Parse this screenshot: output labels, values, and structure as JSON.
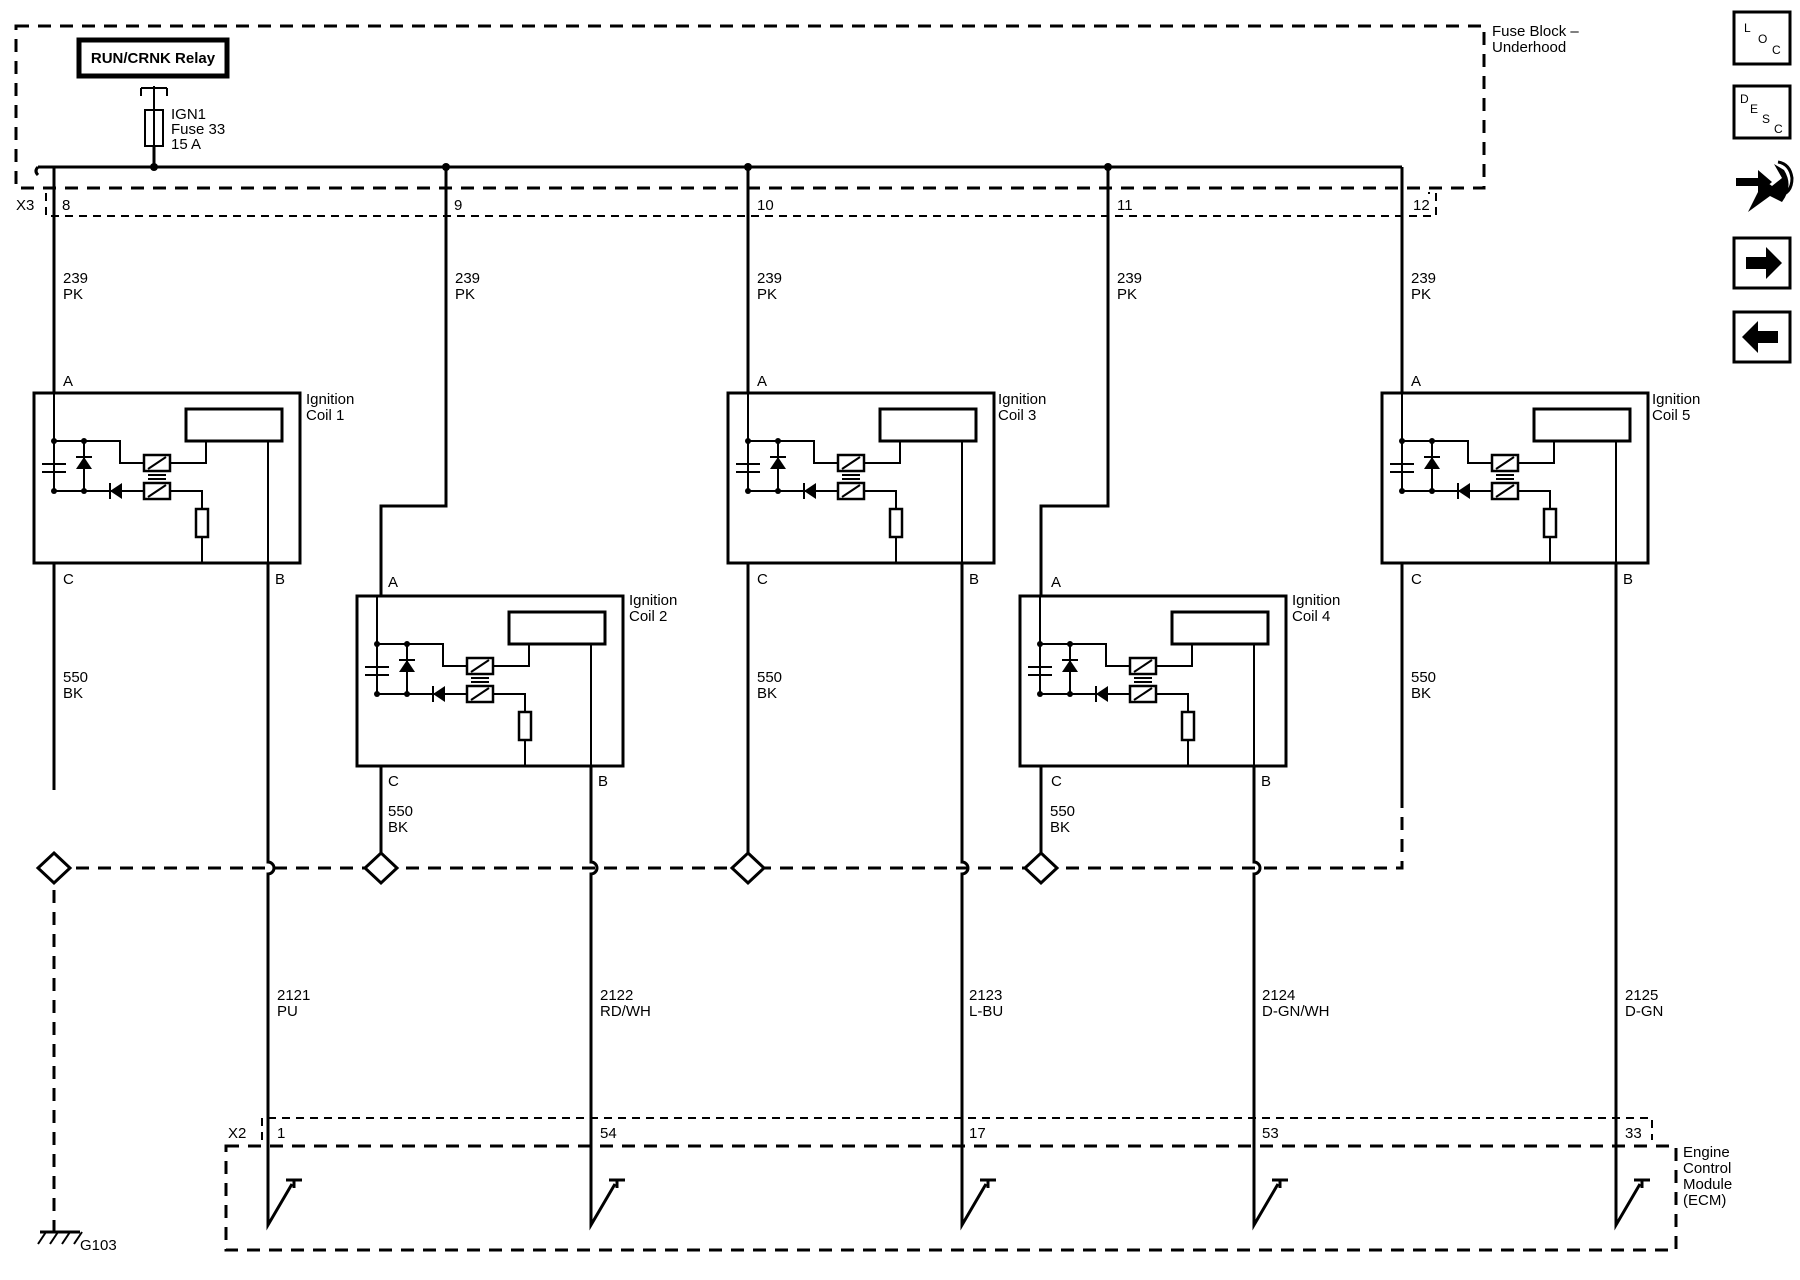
{
  "fuse_block": {
    "label_line1": "Fuse Block –",
    "label_line2": "Underhood",
    "relay_label": "RUN/CRNK Relay",
    "fuse_line1": "IGN1",
    "fuse_line2": "Fuse 33",
    "fuse_line3": "15 A",
    "connector": "X3"
  },
  "pins_x3": [
    "8",
    "9",
    "10",
    "11",
    "12"
  ],
  "feed_wires": [
    {
      "circuit": "239",
      "color": "PK"
    },
    {
      "circuit": "239",
      "color": "PK"
    },
    {
      "circuit": "239",
      "color": "PK"
    },
    {
      "circuit": "239",
      "color": "PK"
    },
    {
      "circuit": "239",
      "color": "PK"
    }
  ],
  "coils": [
    {
      "name_line1": "Ignition",
      "name_line2": "Coil 1",
      "pin_a": "A",
      "pin_b": "B",
      "pin_c": "C"
    },
    {
      "name_line1": "Ignition",
      "name_line2": "Coil 2",
      "pin_a": "A",
      "pin_b": "B",
      "pin_c": "C"
    },
    {
      "name_line1": "Ignition",
      "name_line2": "Coil 3",
      "pin_a": "A",
      "pin_b": "B",
      "pin_c": "C"
    },
    {
      "name_line1": "Ignition",
      "name_line2": "Coil 4",
      "pin_a": "A",
      "pin_b": "B",
      "pin_c": "C"
    },
    {
      "name_line1": "Ignition",
      "name_line2": "Coil 5",
      "pin_a": "A",
      "pin_b": "B",
      "pin_c": "C"
    }
  ],
  "ground_wires": [
    {
      "circuit": "550",
      "color": "BK"
    },
    {
      "circuit": "550",
      "color": "BK"
    },
    {
      "circuit": "550",
      "color": "BK"
    },
    {
      "circuit": "550",
      "color": "BK"
    },
    {
      "circuit": "550",
      "color": "BK"
    }
  ],
  "control_wires": [
    {
      "circuit": "2121",
      "color": "PU",
      "pin": "1"
    },
    {
      "circuit": "2122",
      "color": "RD/WH",
      "pin": "54"
    },
    {
      "circuit": "2123",
      "color": "L-BU",
      "pin": "17"
    },
    {
      "circuit": "2124",
      "color": "D-GN/WH",
      "pin": "53"
    },
    {
      "circuit": "2125",
      "color": "D-GN",
      "pin": "33"
    }
  ],
  "ecm": {
    "connector": "X2",
    "label_line1": "Engine",
    "label_line2": "Control",
    "label_line3": "Module",
    "label_line4": "(ECM)"
  },
  "ground": {
    "label": "G103"
  },
  "nav_icons": {
    "loc_l": "L",
    "loc_o": "O",
    "loc_c": "C",
    "desc_d": "D",
    "desc_e": "E",
    "desc_s": "S",
    "desc_c": "C",
    "items": [
      "loc-icon",
      "desc-icon",
      "connector-tool-icon",
      "next-arrow-icon",
      "prev-arrow-icon"
    ]
  }
}
